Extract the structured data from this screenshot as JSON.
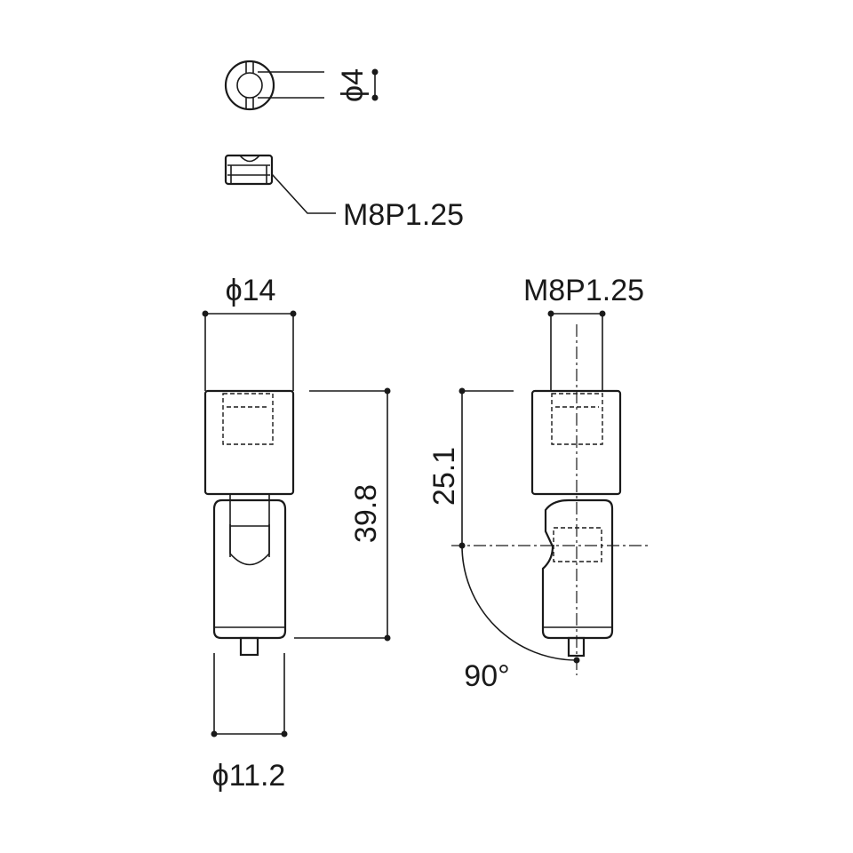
{
  "labels": {
    "washer_dia": "ϕ4",
    "thread_small": "M8P1.25",
    "top_dia": "ϕ14",
    "height": "39.8",
    "thread_right": "M8P1.25",
    "pivot_height": "25.1",
    "angle": "90°",
    "bottom_dia": "ϕ11.2"
  },
  "colors": {
    "ink": "#1a1a1a",
    "background": "#ffffff"
  }
}
